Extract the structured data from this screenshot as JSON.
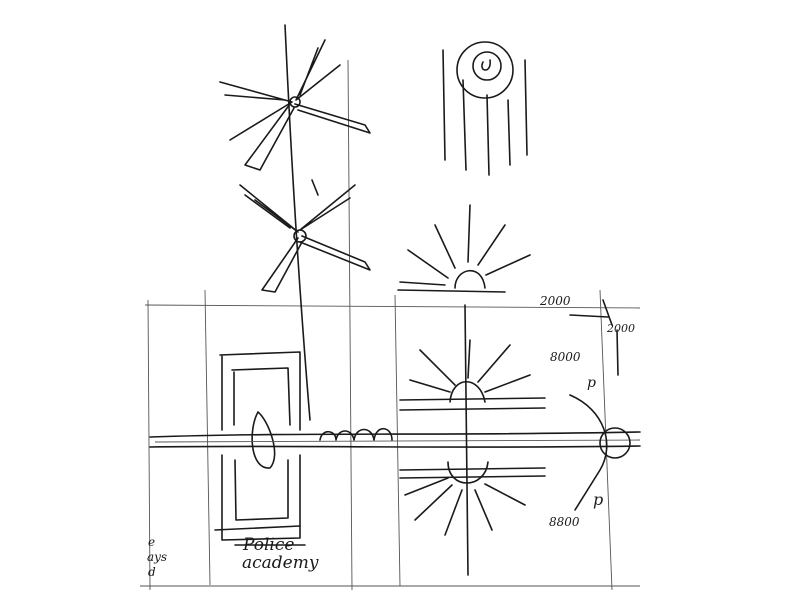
{
  "labels": {
    "police_academy_line1": "Police",
    "police_academy_line2": "academy",
    "dimension_top": "2000",
    "dimension_right": "2000",
    "dimension_upper": "8000",
    "dimension_lower": "8800",
    "margin_note": [
      "e",
      "ays",
      "d"
    ],
    "letter_p1": "p",
    "letter_p2": "p"
  }
}
